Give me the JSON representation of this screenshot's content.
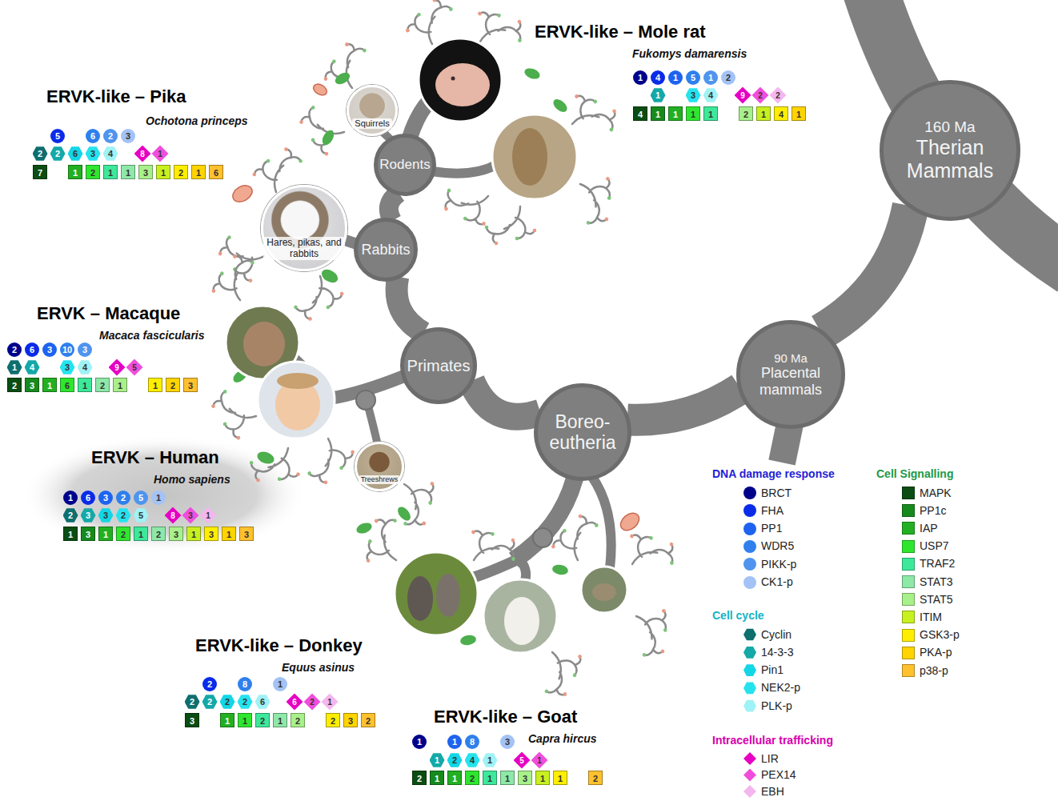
{
  "diagram": {
    "nodes": [
      {
        "text": [
          "160 Ma",
          "Therian Mammals"
        ]
      },
      {
        "text": [
          "90 Ma",
          "Placental mammals"
        ]
      },
      {
        "text": [
          "Boreo- eutheria"
        ]
      },
      {
        "text": [
          "Primates"
        ]
      },
      {
        "text": [
          "Rabbits"
        ]
      },
      {
        "text": [
          "Rodents"
        ]
      },
      {
        "text": [
          "Squirrels"
        ]
      },
      {
        "text": [
          "Hares, pikas, and rabbits"
        ]
      },
      {
        "text": [
          "Treeshrews"
        ]
      }
    ],
    "edges": [
      {
        "from": 0,
        "to": 1,
        "arrow": "none"
      },
      {
        "from": 1,
        "to": 2,
        "arrow": "none"
      },
      {
        "from": 2,
        "to": 3,
        "arrow": "none"
      },
      {
        "from": 3,
        "to": 4,
        "arrow": "none"
      },
      {
        "from": 4,
        "to": 5,
        "arrow": "none"
      }
    ],
    "labels": [
      "ERVK-like – Pika",
      "Ochotona princeps",
      "5",
      "6",
      "2",
      "3",
      "2",
      "2",
      "6",
      "3",
      "4",
      "8",
      "1",
      "7",
      "1",
      "2",
      "1",
      "1",
      "3",
      "1",
      "2",
      "1",
      "6",
      "ERVK-like – Mole rat",
      "Fukomys damarensis",
      "1",
      "4",
      "1",
      "5",
      "1",
      "2",
      "1",
      "3",
      "4",
      "9",
      "2",
      "2",
      "4",
      "1",
      "1",
      "1",
      "1",
      "2",
      "1",
      "4",
      "1",
      "ERVK – Macaque",
      "Macaca fascicularis",
      "2",
      "6",
      "3",
      "10",
      "3",
      "1",
      "4",
      "3",
      "4",
      "9",
      "5",
      "2",
      "3",
      "1",
      "6",
      "1",
      "2",
      "1",
      "1",
      "2",
      "3",
      "ERVK – Human",
      "Homo sapiens",
      "1",
      "6",
      "3",
      "2",
      "5",
      "1",
      "2",
      "3",
      "3",
      "2",
      "5",
      "8",
      "3",
      "1",
      "1",
      "3",
      "1",
      "2",
      "1",
      "2",
      "3",
      "1",
      "3",
      "1",
      "3",
      "ERVK-like – Donkey",
      "Equus asinus",
      "2",
      "8",
      "1",
      "2",
      "2",
      "2",
      "2",
      "6",
      "6",
      "2",
      "1",
      "3",
      "1",
      "1",
      "2",
      "1",
      "2",
      "2",
      "3",
      "2",
      "ERVK-like – Goat",
      "Capra hircus",
      "1",
      "1",
      "8",
      "3",
      "1",
      "2",
      "4",
      "1",
      "5",
      "1",
      "2",
      "1",
      "1",
      "2",
      "1",
      "1",
      "3",
      "1",
      "1",
      "2",
      "DNA damage response",
      "Cell cycle",
      "Intracellular trafficking",
      "Cell Signalling"
    ],
    "legend": [
      {
        "text": "BRCT",
        "color": "#00008b"
      },
      {
        "text": "FHA",
        "color": "#0a2be8"
      },
      {
        "text": "PP1",
        "color": "#1e63f0"
      },
      {
        "text": "WDR5",
        "color": "#2f80ed"
      },
      {
        "text": "PIKK-p",
        "color": "#4f94ef"
      },
      {
        "text": "CK1-p",
        "color": "#a3c2f5"
      },
      {
        "text": "Cyclin",
        "color": "#0f6e6e"
      },
      {
        "text": "14-3-3",
        "color": "#14a8a8"
      },
      {
        "text": "Pin1",
        "color": "#12d6e6"
      },
      {
        "text": "NEK2-p",
        "color": "#25e3ee"
      },
      {
        "text": "PLK-p",
        "color": "#9ff2f5"
      },
      {
        "text": "LIR",
        "color": "#e600c3"
      },
      {
        "text": "PEX14",
        "color": "#f04ddc"
      },
      {
        "text": "EBH",
        "color": "#f4b6ee"
      },
      {
        "text": "MAPK",
        "color": "#0b4d12"
      },
      {
        "text": "PP1c",
        "color": "#178a1e"
      },
      {
        "text": "IAP",
        "color": "#22b022"
      },
      {
        "text": "USP7",
        "color": "#2ee62e"
      },
      {
        "text": "TRAF2",
        "color": "#3de89a"
      },
      {
        "text": "STAT3",
        "color": "#8ee8a8"
      },
      {
        "text": "STAT5",
        "color": "#a8f08a"
      },
      {
        "text": "ITIM",
        "color": "#c8f020"
      },
      {
        "text": "GSK3-p",
        "color": "#ffee00"
      },
      {
        "text": "PKA-p",
        "color": "#ffd400"
      },
      {
        "text": "p38-p",
        "color": "#ffc12e"
      }
    ]
  }
}
